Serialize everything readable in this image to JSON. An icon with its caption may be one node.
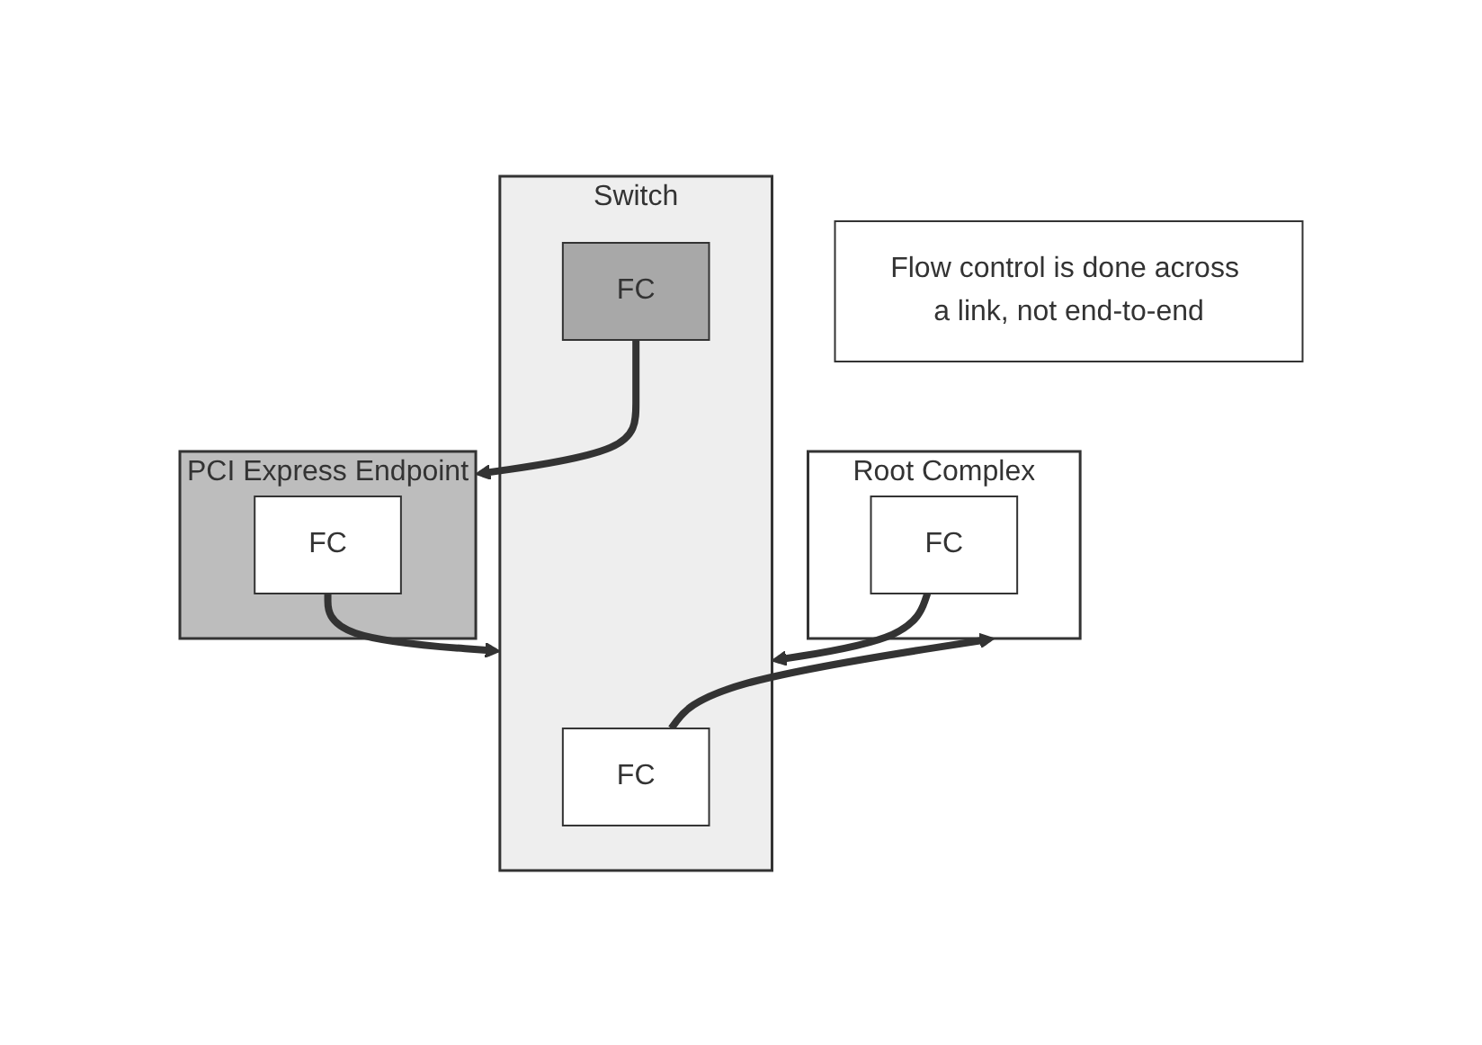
{
  "diagram": {
    "nodes": [
      {
        "text": [
          "Root Complex"
        ]
      },
      {
        "text": [
          "FC"
        ],
        "in": 0
      },
      {
        "text": [
          "Flow control is done across a link, not end-to-end"
        ]
      },
      {
        "text": [
          "Switch"
        ]
      },
      {
        "text": [
          "FC"
        ],
        "in": 3
      },
      {
        "text": [
          "FC"
        ],
        "in": 3
      },
      {
        "text": [
          "PCI Express Endpoint"
        ]
      },
      {
        "text": [
          "FC"
        ],
        "in": 6
      }
    ],
    "edges": [
      {
        "from": 4,
        "to": 0,
        "arrow": "to"
      },
      {
        "from": 1,
        "to": 3,
        "arrow": "to"
      },
      {
        "from": 5,
        "to": 6,
        "arrow": "to"
      },
      {
        "from": 7,
        "to": 3,
        "arrow": "to"
      }
    ]
  }
}
